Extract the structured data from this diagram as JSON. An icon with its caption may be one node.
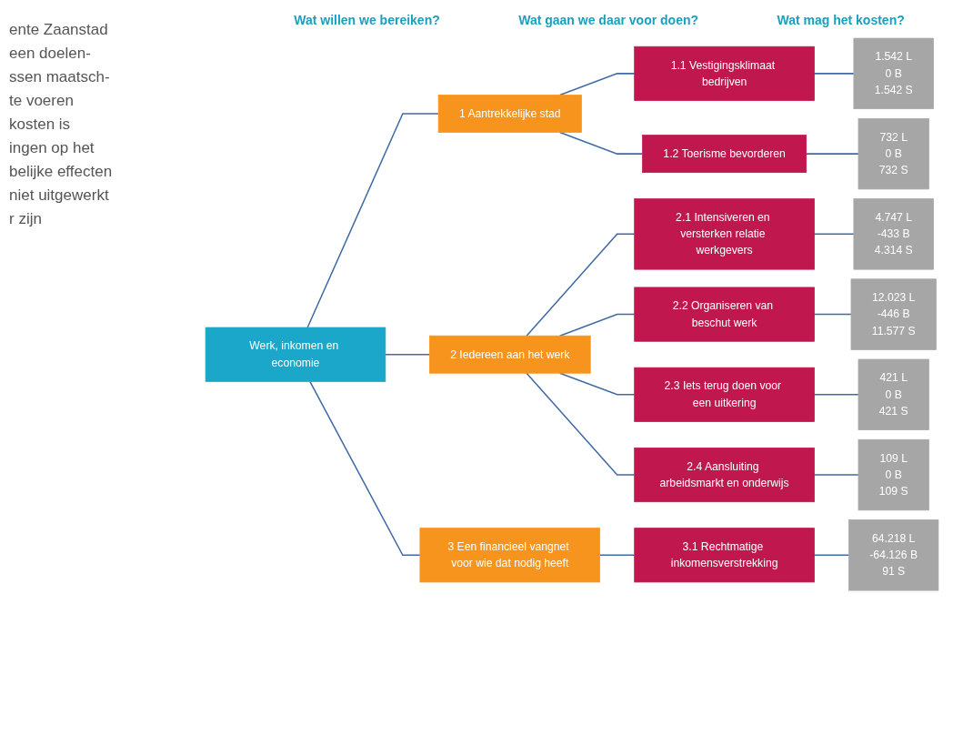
{
  "diagram": {
    "nodes": [
      {
        "text": [
          "Werk, inkomen en economie"
        ]
      },
      {
        "text": [
          "1 Aantrekkelijke stad"
        ]
      },
      {
        "text": [
          "1.1 Vestigingsklimaat bedrijven"
        ]
      },
      {
        "text": [
          "1.542 L",
          "0 B",
          "1.542 S"
        ]
      },
      {
        "text": [
          "1.2 Toerisme bevorderen"
        ]
      },
      {
        "text": [
          "732 L",
          "0 B",
          "732 S"
        ]
      },
      {
        "text": [
          "2 Iedereen aan het werk"
        ]
      },
      {
        "text": [
          "2.1 Intensiveren en versterken relatie werkgevers"
        ]
      },
      {
        "text": [
          "4.747 L",
          "-433 B",
          "4.314 S"
        ]
      },
      {
        "text": [
          "2.2 Organiseren van beschut werk"
        ]
      },
      {
        "text": [
          "12.023 L",
          "-446 B",
          "11.577 S"
        ]
      },
      {
        "text": [
          "2.3 Iets terug doen voor een uitkering"
        ]
      },
      {
        "text": [
          "421 L",
          "0 B",
          "421 S"
        ]
      },
      {
        "text": [
          "2.4 Aansluiting arbeidsmarkt en onderwijs"
        ]
      },
      {
        "text": [
          "109 L",
          "0 B",
          "109 S"
        ]
      },
      {
        "text": [
          "3 Een financieel vangnet voor wie dat nodig heeft"
        ]
      },
      {
        "text": [
          "3.1 Rechtmatige inkomensverstrekking"
        ]
      },
      {
        "text": [
          "64.218 L",
          "-64.126 B",
          "91 S"
        ]
      }
    ],
    "edges": [
      {
        "from": 0,
        "to": 1,
        "arrow": "none"
      },
      {
        "from": 0,
        "to": 6,
        "arrow": "none"
      },
      {
        "from": 0,
        "to": 15,
        "arrow": "none"
      },
      {
        "from": 1,
        "to": 2,
        "arrow": "none"
      },
      {
        "from": 1,
        "to": 4,
        "arrow": "none"
      },
      {
        "from": 2,
        "to": 3,
        "arrow": "none"
      },
      {
        "from": 4,
        "to": 5,
        "arrow": "none"
      },
      {
        "from": 6,
        "to": 7,
        "arrow": "none"
      },
      {
        "from": 6,
        "to": 9,
        "arrow": "none"
      },
      {
        "from": 6,
        "to": 11,
        "arrow": "none"
      },
      {
        "from": 6,
        "to": 13,
        "arrow": "none"
      },
      {
        "from": 7,
        "to": 8,
        "arrow": "none"
      },
      {
        "from": 9,
        "to": 10,
        "arrow": "none"
      },
      {
        "from": 11,
        "to": 12,
        "arrow": "none"
      },
      {
        "from": 13,
        "to": 14,
        "arrow": "none"
      },
      {
        "from": 15,
        "to": 16,
        "arrow": "none"
      },
      {
        "from": 16,
        "to": 17,
        "arrow": "none"
      }
    ],
    "labels": [
      "ente Zaanstad",
      "een doelen-",
      "ssen maatsch-",
      "te voeren",
      "kosten is",
      "ingen op het",
      "belijke effecten",
      "niet uitgewerkt",
      "r zijn",
      "Wat willen we bereiken?",
      "Wat gaan we daar voor doen?",
      "Wat mag het kosten?"
    ]
  }
}
